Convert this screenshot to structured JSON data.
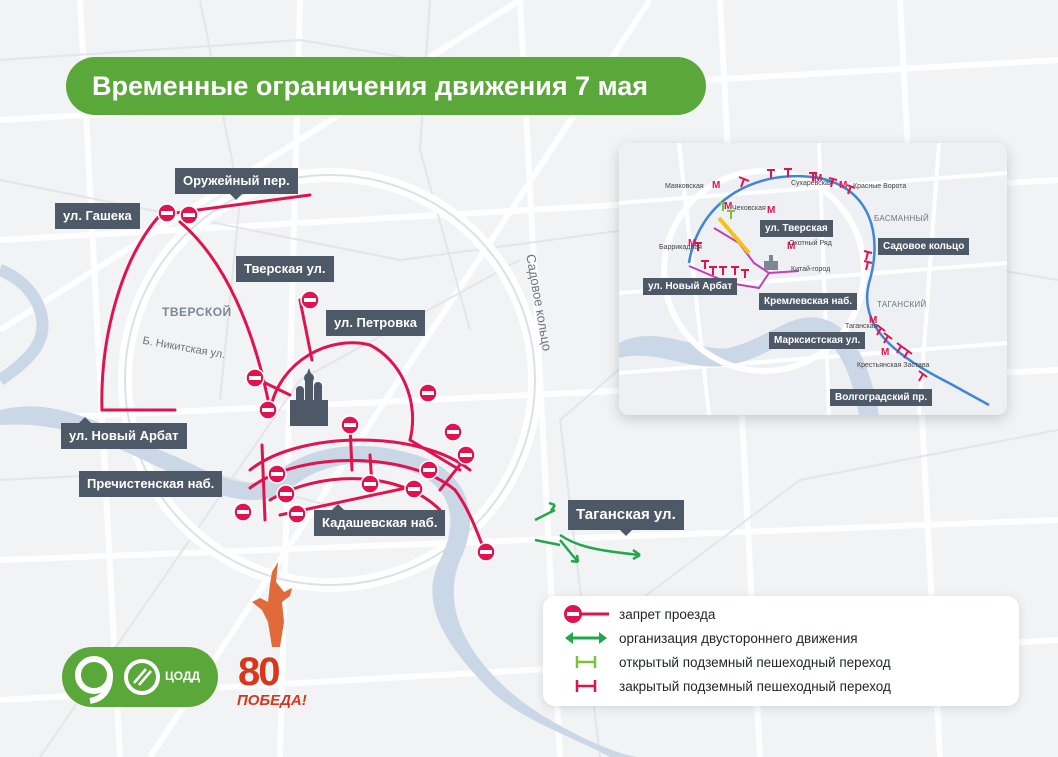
{
  "title": "Временные ограничения движения 7 мая",
  "labels": {
    "oruzheyny": "Оружейный пер.",
    "gasheka": "ул. Гашека",
    "tverskaya": "Тверская ул.",
    "petrovka": "ул. Петровка",
    "novy_arbat": "ул. Новый Арбат",
    "prechistenskaya": "Пречистенская наб.",
    "kadashevskaya": "Кадашевская наб.",
    "taganskaya": "Таганская ул."
  },
  "districts": {
    "tverskoy": "ТВЕРСКОЙ",
    "b_nikitskaya": "Б. Никитская ул.",
    "sadovoe": "Садовое кольцо"
  },
  "inset": {
    "labels": {
      "tverskaya": "ул. Тверская",
      "sadovoe": "Садовое кольцо",
      "novy_arbat": "ул. Новый Арбат",
      "kremlevskaya": "Кремлевская наб.",
      "marksistskaya": "Марксистская ул.",
      "volgogradsky": "Волгоградский пр."
    },
    "districts": {
      "basmanny": "БАСМАННЫЙ",
      "tagansky": "ТАГАНСКИЙ"
    },
    "metro": {
      "mayakovskaya": "Маяковская",
      "sukharevskaya": "Сухаревская",
      "krasnye_vorota": "Красные Ворота",
      "chekhovskaya": "Чеховская",
      "okhotny_ryad": "Охотный Ряд",
      "kitay_gorod": "Китай-город",
      "barrikadnaya": "Баррикадная",
      "taganskaya": "Таганская",
      "krestyanskaya": "Крестьянская Застава"
    }
  },
  "legend": [
    {
      "icon": "no-entry-icon",
      "text": "запрет проезда"
    },
    {
      "icon": "two-way-arrow-icon",
      "text": "организация двустороннего движения"
    },
    {
      "icon": "open-underpass-icon",
      "text": "открытый подземный пешеходный переход"
    },
    {
      "icon": "closed-underpass-icon",
      "text": "закрытый подземный пешеходный переход"
    }
  ],
  "logo": {
    "text": "ЦОДД"
  },
  "victory": {
    "number": "80",
    "word": "ПОБЕДА!"
  },
  "colors": {
    "green": "#5aa83a",
    "closure_red": "#e0134f",
    "label_bg": "#4e5968",
    "river": "#c9d7e6",
    "arrow_green": "#20a84a"
  }
}
